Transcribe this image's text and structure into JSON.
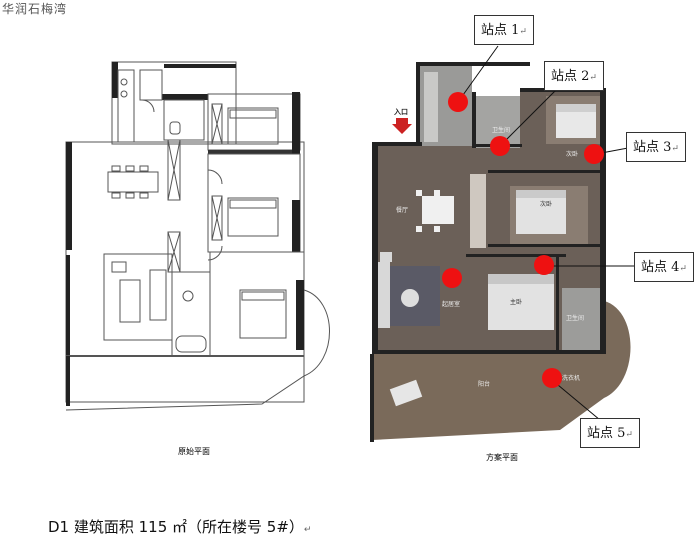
{
  "document_title": "华润石梅湾",
  "plans": {
    "left": {
      "caption": "原始平面"
    },
    "right": {
      "caption": "方案平面",
      "entrance": "入口",
      "room_labels": {
        "bath1": "卫生间",
        "bedroom2": "次卧",
        "bedroom3": "次卧",
        "dining": "餐厅",
        "living": "起居室",
        "master": "主卧",
        "bath2": "卫生间",
        "balcony": "阳台",
        "laundry": "洗衣机"
      }
    }
  },
  "stations": [
    {
      "label": "站点 1"
    },
    {
      "label": "站点 2"
    },
    {
      "label": "站点 3"
    },
    {
      "label": "站点 4"
    },
    {
      "label": "站点 5"
    }
  ],
  "return_mark": "↵",
  "footer_text": "D1 建筑面积 115 ㎡（所在楼号 5#）",
  "colors": {
    "marker": "#ee1111",
    "floor": "#6b6058",
    "wall": "#222222",
    "entrance_arrow": "#cc2222"
  }
}
